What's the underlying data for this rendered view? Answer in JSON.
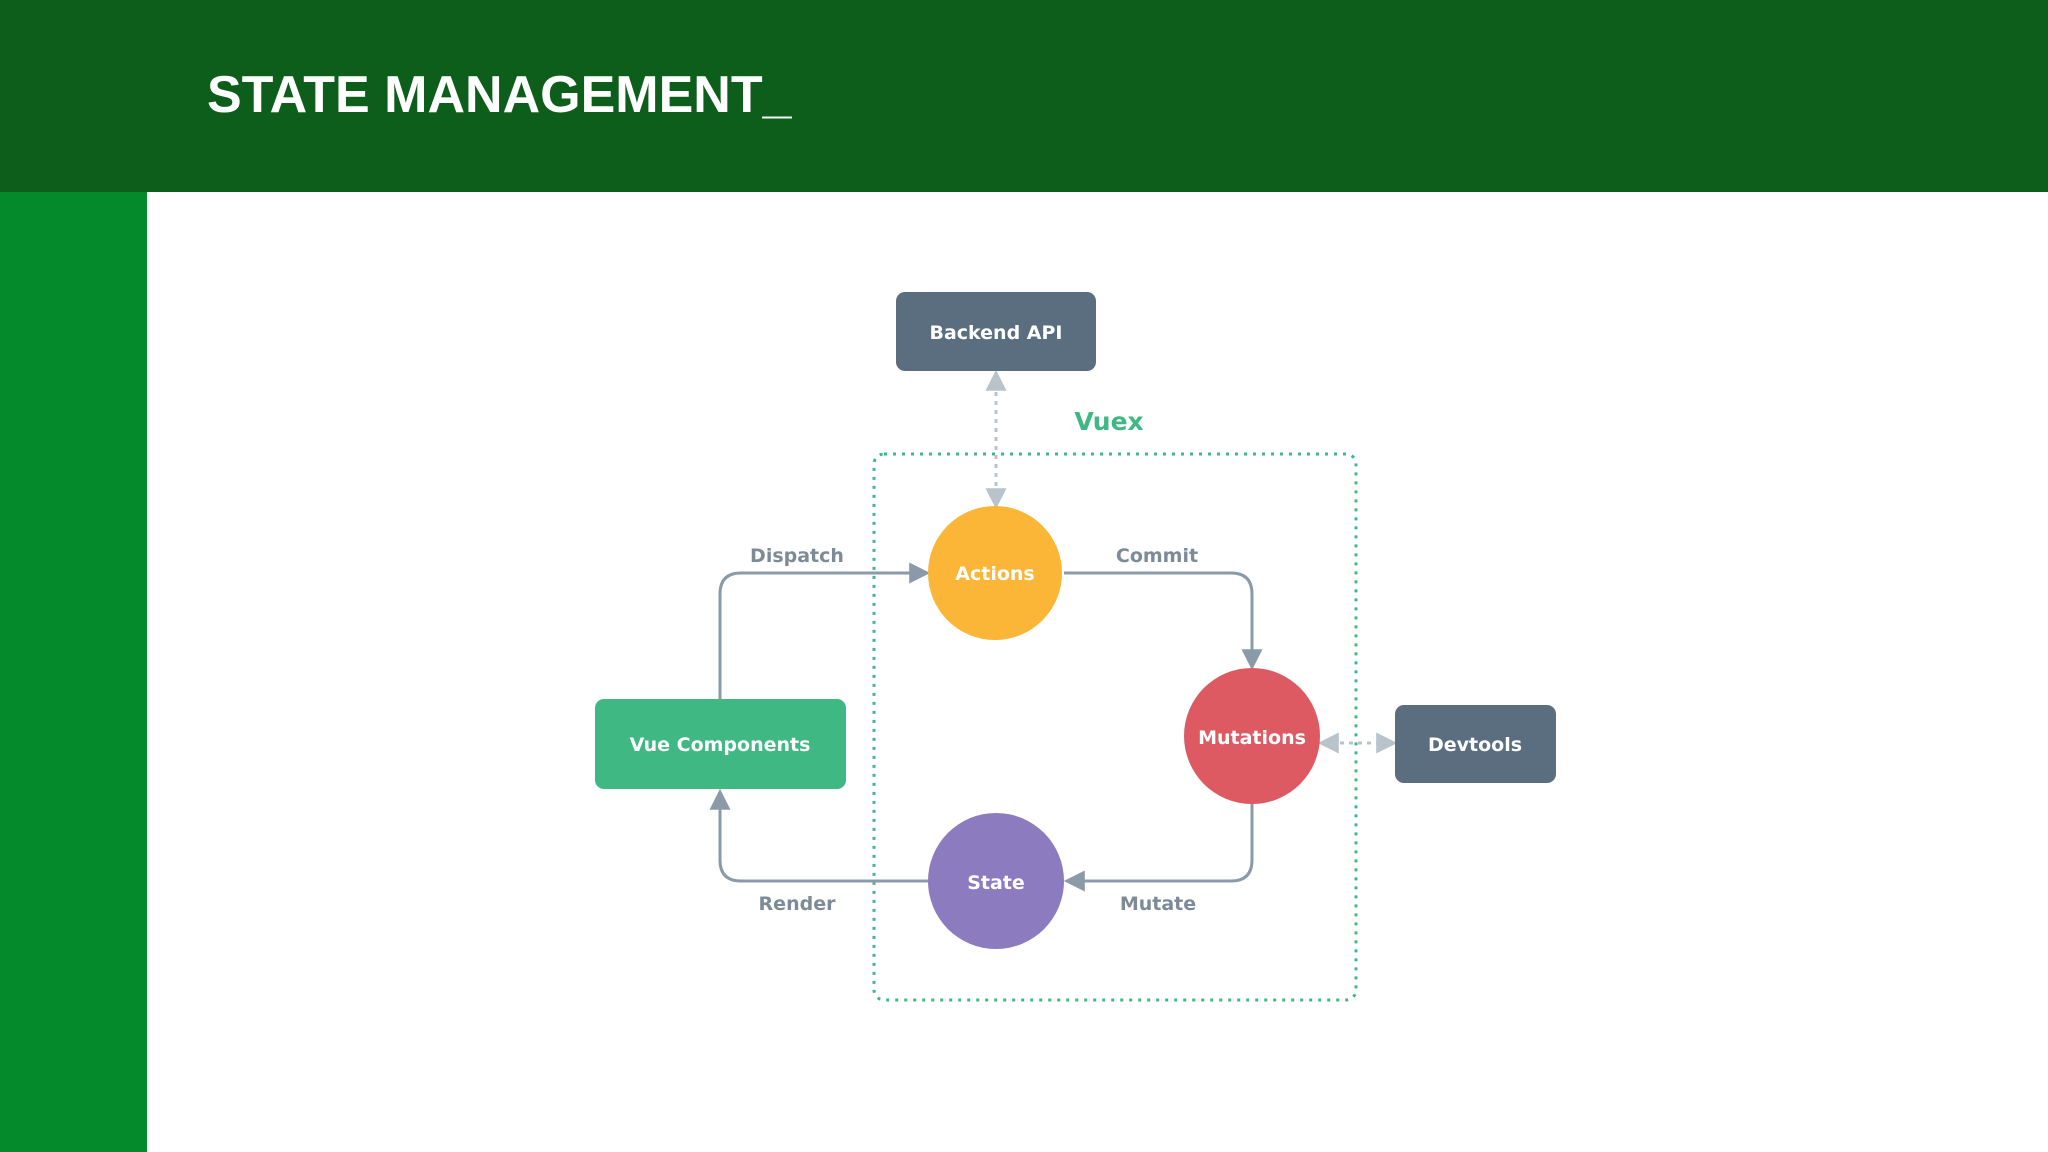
{
  "header": {
    "title": "STATE MANAGEMENT_"
  },
  "diagram": {
    "nodes": {
      "backend_api": "Backend API",
      "vuex": "Vuex",
      "actions": "Actions",
      "mutations": "Mutations",
      "state": "State",
      "vue_components": "Vue Components",
      "devtools": "Devtools"
    },
    "edges": {
      "dispatch": "Dispatch",
      "commit": "Commit",
      "mutate": "Mutate",
      "render": "Render"
    },
    "colors": {
      "header_bg": "#0d5e1a",
      "side_bar": "#058a2b",
      "vuex_accent": "#41b883",
      "actions": "#fbb537",
      "mutations": "#dd5a63",
      "state": "#8d7bbf",
      "vue_components": "#3fb883",
      "backend_devtools": "#5a6e80",
      "arrow": "#8a9aa8"
    }
  }
}
